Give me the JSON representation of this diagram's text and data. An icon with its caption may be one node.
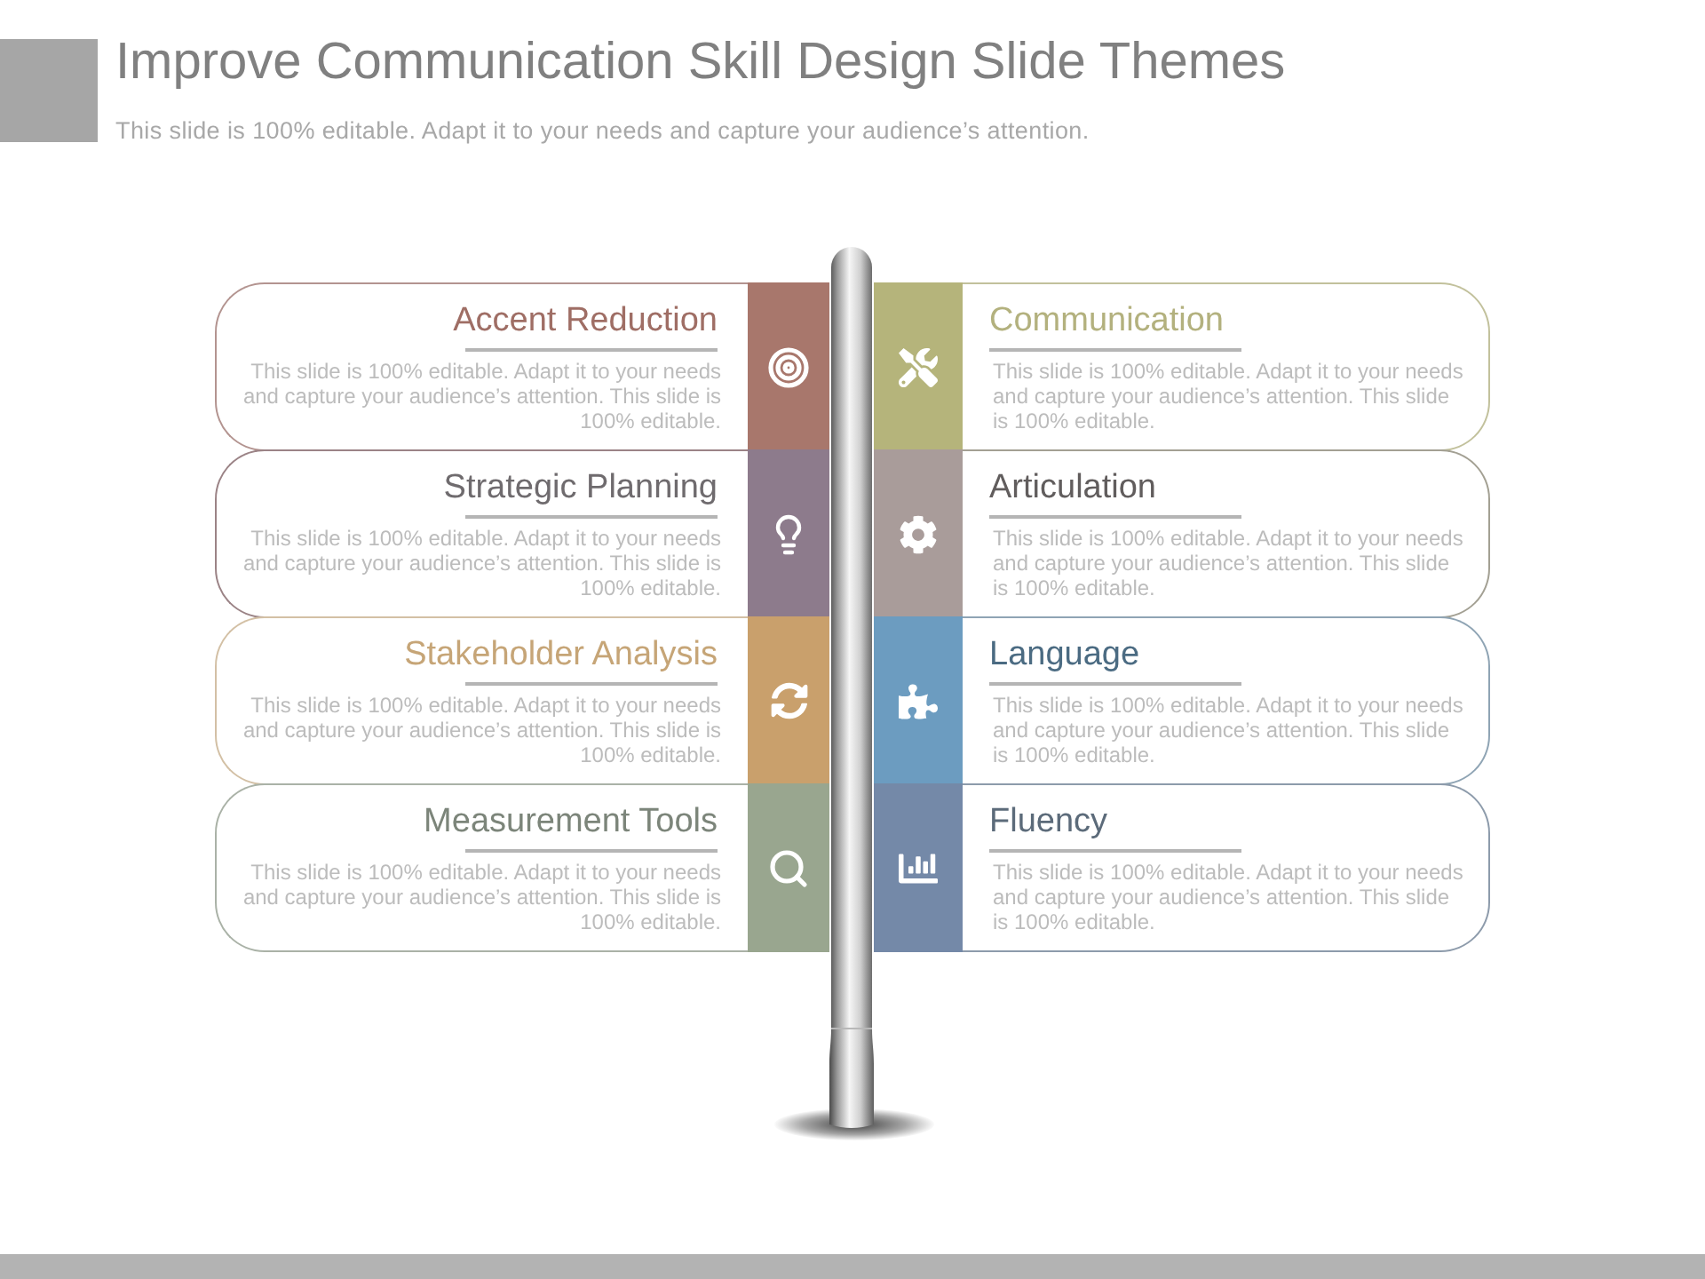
{
  "diagram": {
    "title": "Improve Communication Skill Design Slide Themes",
    "nodes": [
      {
        "text": [
          "Accent Reduction",
          "This slide is 100% editable. Adapt it to your needs and capture your audience’s attention. This slide is 100% editable."
        ]
      },
      {
        "text": [
          "Strategic Planning",
          "This slide is 100% editable. Adapt it to your needs and capture your audience’s attention. This slide is 100% editable."
        ]
      },
      {
        "text": [
          "Stakeholder Analysis",
          "This slide is 100% editable. Adapt it to your needs and capture your audience’s attention. This slide is 100% editable."
        ]
      },
      {
        "text": [
          "Measurement Tools",
          "This slide is 100% editable. Adapt it to your needs and capture your audience’s attention. This slide is 100% editable."
        ]
      },
      {
        "text": [
          "Communication",
          "This slide is 100% editable. Adapt it to your needs and capture your audience’s attention. This slide is 100% editable."
        ]
      },
      {
        "text": [
          "Articulation",
          "This slide is 100% editable. Adapt it to your needs and capture your audience’s attention. This slide is 100% editable."
        ]
      },
      {
        "text": [
          "Language",
          "This slide is 100% editable. Adapt it to your needs and capture your audience’s attention. This slide is 100% editable."
        ]
      },
      {
        "text": [
          "Fluency",
          "This slide is 100% editable. Adapt it to your needs and capture your audience’s attention. This slide is 100% editable."
        ]
      }
    ],
    "labels": [
      "This slide is 100% editable. Adapt it to your needs and capture your audience’s attention."
    ]
  }
}
